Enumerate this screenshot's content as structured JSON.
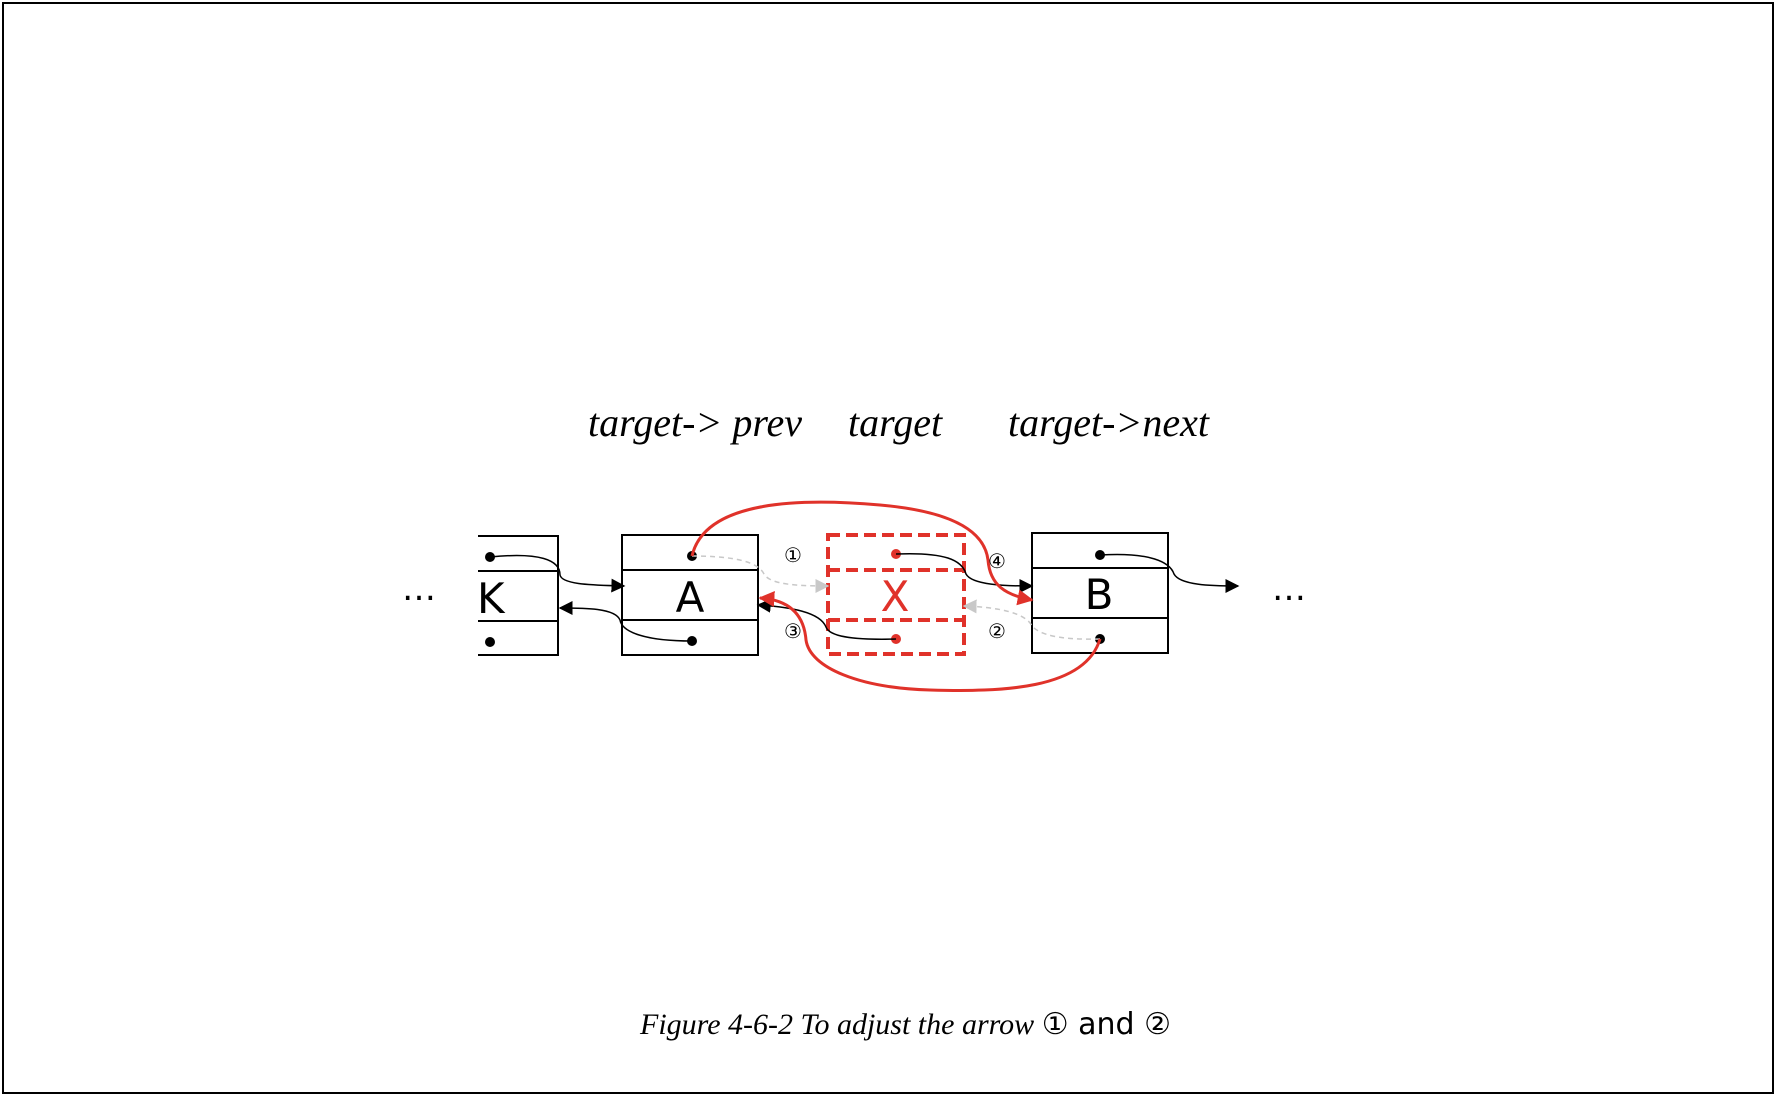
{
  "labels": {
    "prev": "target-> prev",
    "target": "target",
    "next": "target->next"
  },
  "nodes": {
    "k": "K",
    "a": "A",
    "x": "X",
    "b": "B"
  },
  "ellipsis_left": "…",
  "ellipsis_right": "…",
  "markers": {
    "m1": "①",
    "m2": "②",
    "m3": "③",
    "m4": "④"
  },
  "caption": {
    "italic_part": "Figure 4-6-2  To adjust the arrow ",
    "circle1": "①",
    "and": " and ",
    "circle2": "②"
  },
  "colors": {
    "accent": "#e0322a",
    "ink": "#000000",
    "faded": "#c8c8c8"
  }
}
